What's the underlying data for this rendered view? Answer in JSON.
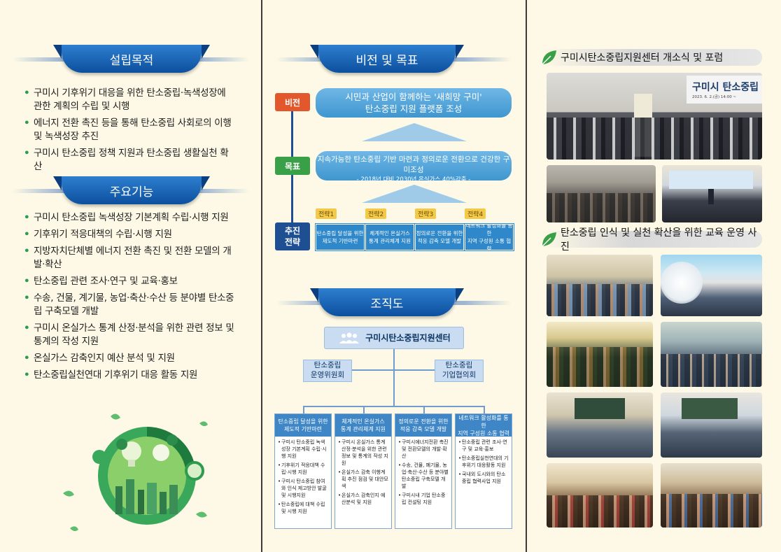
{
  "col1": {
    "section1_title": "설립목적",
    "purposes": [
      "구미시 기후위기 대응을 위한 탄소중립·녹색성장에 관한 계획의 수립 및 시행",
      "에너지 전환 촉진 등을 통해 탄소중립 사회로의 이행 및 녹색성장 추진",
      "구미시 탄소중립 정책 지원과 탄소중립 생활실천 확산"
    ],
    "section2_title": "주요기능",
    "functions": [
      "구미시 탄소중립 녹색성장 기본계획 수립·시행 지원",
      "기후위기 적응대책의 수립·시행 지원",
      "지방자치단체별 에너지 전환 촉진 및 전환 모델의 개발·확산",
      "탄소중립 관련 조사·연구 및 교육·홍보",
      "수송, 건물, 계기물, 농업·축산·수산 등 분야별 탄소중립 구축모델 개발",
      "구미시 온실가스 통계 산정·분석을 위한 관련 정보 및 통계의 작성 지원",
      "온실가스 감축인지 예산 분석 및 지원",
      "탄소중립실천연대 기후위기 대응 활동 지원"
    ]
  },
  "col2": {
    "section1_title": "비전 및 목표",
    "vision_tag": "비전",
    "vision_text_1": "시민과 산업이 함께하는 '새희망 구미'",
    "vision_text_2": "탄소중립 지원 플랫폼 조성",
    "goal_tag": "목표",
    "goal_text": "지속가능한 탄소중립 기반 마련과 정의로운 전환으로 건강한 구미조성",
    "goal_sub": "- 2018년 대비 2030년 온실가스 40%감축 -",
    "strategy_tag_1": "추진",
    "strategy_tag_2": "전략",
    "strategies": [
      {
        "label": "전략1",
        "line1": "탄소중립 달성을 위한",
        "line2": "제도적 기반마련"
      },
      {
        "label": "전략2",
        "line1": "체계적인 온실가스",
        "line2": "통계 관리체계 지원"
      },
      {
        "label": "전략3",
        "line1": "정의로운 전환을 위한",
        "line2": "적응 감축 모델 개발"
      },
      {
        "label": "전략4",
        "line1": "네트워크 활성화를 통한",
        "line2": "지역 구성원 소통 협력"
      }
    ],
    "section2_title": "조직도",
    "org_top": "구미시탄소중립지원센터",
    "org_left_1": "탄소중립",
    "org_left_2": "운영위원회",
    "org_right_1": "탄소중립",
    "org_right_2": "기업협의회",
    "org_cols": [
      {
        "h1": "탄소중립 달성을 위한",
        "h2": "제도적 기반마련",
        "items": [
          "구미시 탄소중립 녹색성장 기본계획 수립·시행 지원",
          "기후위기 적응대책 수립·시행 지원",
          "구미시 탄소중립 참여와 인식 제고방안 발굴 및 시행지원",
          "탄소중립에 대책 수립 및 시행 지원"
        ]
      },
      {
        "h1": "체계적인 온실가스",
        "h2": "통계 관리체계 지원",
        "items": [
          "구미시 온실가스 통계 산정·분석을 위한 관련 정보 및 통계의 작성 지원",
          "온실가스 감축 이행계획 추진 점검 및 대안모색",
          "온실가스 감축인지 예산분석 및 지원"
        ]
      },
      {
        "h1": "정의로운 전환을 위한",
        "h2": "적응 감축 모델 개발",
        "items": [
          "구미시에너지전환 촉진 및 전환모델의 개발·확산",
          "수송, 건물, 폐기물, 농업·축산·수산 등 분야별 탄소중립 구축모델 개발",
          "구미시내 기업 탄소중립 컨설팅 지원"
        ]
      },
      {
        "h1": "네트워크 활성화를 통한",
        "h2": "지역 구성원 소통 협력",
        "items": [
          "탄소중립 관련 조사·연구 및 교육·홍보",
          "탄소중립실천연대의 기후위기 대응활동 지원",
          "국내외 도시와의 탄소중립 협력사업 지원"
        ]
      }
    ]
  },
  "col3": {
    "title1": "구미시탄소중립지원센터 개소식 및 포럼",
    "sign_text": "구미시 탄소중립",
    "sign_date": "2023. 6. 2.(금) 14:00 ~",
    "title2": "탄소중립 인식 및 실천 확산을 위한 교육 운영 사진"
  },
  "colors": {
    "accent_blue": "#0d4f9e",
    "green": "#2e9c4f",
    "sky": "#4fa3d8",
    "bg": "#fdf9e6"
  }
}
